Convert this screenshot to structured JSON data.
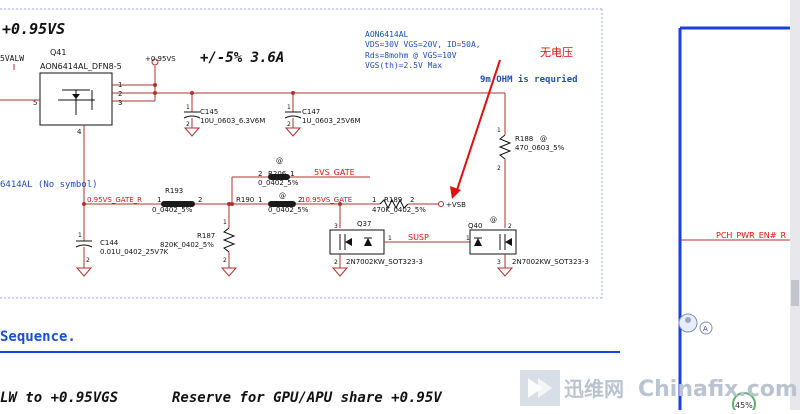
{
  "title_top": "+0.95VS",
  "top_left_label": "5VALW",
  "net_095vs_top": "+0.95VS",
  "tolerance": "+/-5% 3.6A",
  "q41": {
    "ref": "Q41",
    "part": "AON6414AL_DFN8-5",
    "pins": [
      "5",
      "1",
      "2",
      "3",
      "4"
    ]
  },
  "mos_note": [
    "AON6414AL",
    "VDS=30V VGS=20V, ID=50A,",
    "Rds=8mohm @ VGS=10V",
    "VGS(th)=2.5V Max"
  ],
  "no_voltage_cn": "无电压",
  "ohm_req": "9m OHM is requried",
  "c145": {
    "ref": "C145",
    "val": "10U_0603_6.3V6M",
    "p1": "1",
    "p2": "2"
  },
  "c147": {
    "ref": "C147",
    "val": "1U_0603_25V6M",
    "p1": "1",
    "p2": "2"
  },
  "r188": {
    "ref": "R188",
    "at": "@",
    "val": "470_0603_5%",
    "p1": "1",
    "p2": "2"
  },
  "r206": {
    "ref": "R206",
    "at": "@",
    "val": "0_0402_5%",
    "p1": "2",
    "p2": "1"
  },
  "net_5vs_gate": "5VS_GATE",
  "no_symbol": "6414AL  (No symbol)",
  "net_095vs_gate_r": "0.95VS_GATE_R",
  "r193": {
    "ref": "R193",
    "val": "0_0402_5%",
    "p1": "1",
    "p2": "2"
  },
  "r190": {
    "ref": "R190",
    "at": "@",
    "val": "0_0402_5%",
    "p1": "1",
    "p2": "2"
  },
  "net_1095vs_gate": "10.95VS_GATE",
  "r189": {
    "ref": "R189",
    "val": "470K_0402_5%",
    "p1": "1",
    "p2": "2"
  },
  "vsb": "+VSB",
  "r187": {
    "ref": "R187",
    "val": "820K_0402_5%",
    "p1": "1",
    "p2": "2"
  },
  "c144": {
    "ref": "C144",
    "val": "0.01U_0402_25V7K",
    "p1": "1",
    "p2": "2"
  },
  "q37": {
    "ref": "Q37",
    "part": "2N7002KW_SOT323-3",
    "pins": [
      "3",
      "1",
      "2"
    ]
  },
  "net_susp": "SUSP",
  "q40": {
    "ref": "Q40",
    "at": "@",
    "part": "2N7002KW_SOT323-3",
    "pins": [
      "2",
      "1",
      "3"
    ]
  },
  "pch_pwr": "PCH_PWR_EN#_R",
  "sequence": "Sequence.",
  "bottom_left": "LW to +0.95VGS",
  "bottom_mid": "Reserve for GPU/APU share +0.95V",
  "avatar_letter": "A",
  "badge": "45%",
  "watermark_cn": "迅维网",
  "watermark_en": "Chinafix.com",
  "colors": {
    "wire": "#b03030",
    "note_blue": "#1f4fb4",
    "annotation_red": "#e01010",
    "frame_blue": "#1a3fe0",
    "border_dash": "#9aa6e0"
  },
  "icons": [
    "person-icon",
    "logo-icon"
  ]
}
